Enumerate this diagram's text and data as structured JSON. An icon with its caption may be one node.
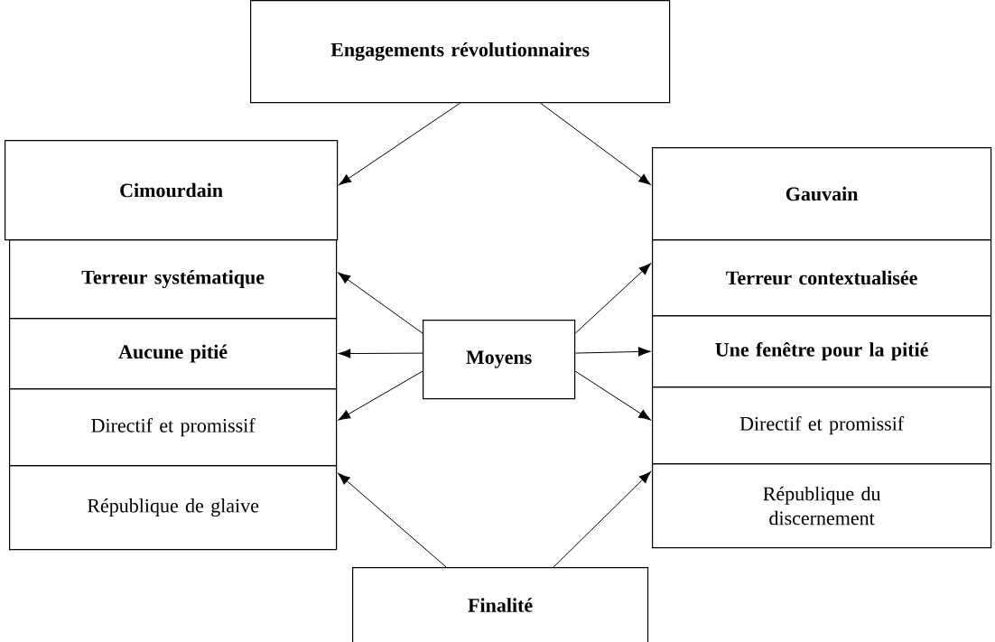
{
  "diagram": {
    "nodes": [
      {
        "text": [
          "Engagements révolutionnaires"
        ]
      },
      {
        "text": [
          "Cimourdain"
        ]
      },
      {
        "text": [
          "Terreur systématique"
        ]
      },
      {
        "text": [
          "Aucune pitié"
        ]
      },
      {
        "text": [
          "Directif et promissif"
        ]
      },
      {
        "text": [
          "République de glaive"
        ]
      },
      {
        "text": [
          "Gauvain"
        ]
      },
      {
        "text": [
          "Terreur contextualisée"
        ]
      },
      {
        "text": [
          "Une fenêtre pour la pitié"
        ]
      },
      {
        "text": [
          "Directif et promissif"
        ]
      },
      {
        "text": [
          "République du discernement"
        ]
      },
      {
        "text": [
          "Moyens"
        ]
      },
      {
        "text": [
          "Finalité"
        ]
      }
    ],
    "edges": [
      {
        "from": 0,
        "to": 1,
        "arrow": "to"
      },
      {
        "from": 0,
        "to": 6,
        "arrow": "to"
      },
      {
        "from": 11,
        "to": 2,
        "arrow": "to"
      },
      {
        "from": 11,
        "to": 3,
        "arrow": "to"
      },
      {
        "from": 11,
        "to": 4,
        "arrow": "to"
      },
      {
        "from": 11,
        "to": 7,
        "arrow": "to"
      },
      {
        "from": 11,
        "to": 8,
        "arrow": "to"
      },
      {
        "from": 11,
        "to": 9,
        "arrow": "to"
      },
      {
        "from": 12,
        "to": 5,
        "arrow": "to"
      },
      {
        "from": 12,
        "to": 10,
        "arrow": "to"
      }
    ]
  }
}
